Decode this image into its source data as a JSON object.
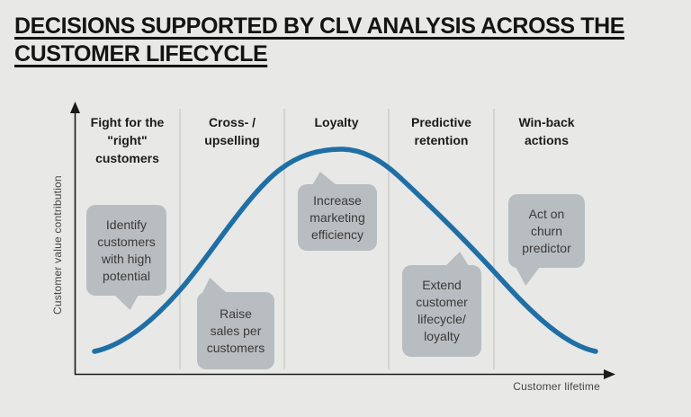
{
  "title": "DECISIONS SUPPORTED BY CLV ANALYSIS ACROSS THE\nCUSTOMER LIFECYCLE",
  "chart": {
    "y_axis_label": "Customer value contribution",
    "x_axis_label": "Customer lifetime",
    "curve": {
      "type": "bell",
      "peak_phase": "Loyalty"
    },
    "phases": [
      {
        "label": "Fight for the\n\"right\"\ncustomers",
        "annotation": "Identify\ncustomers\nwith high\npotential"
      },
      {
        "label": "Cross- /\nupselling",
        "annotation": "Raise\nsales per\ncustomers"
      },
      {
        "label": "Loyalty",
        "annotation": "Increase\nmarketing\nefficiency"
      },
      {
        "label": "Predictive\nretention",
        "annotation": "Extend\ncustomer\nlifecycle/\nloyalty"
      },
      {
        "label": "Win-back\nactions",
        "annotation": "Act on\nchurn\npredictor"
      }
    ],
    "colors": {
      "curve": "#1f6fa5",
      "bubble": "#b8bdc1",
      "background": "#e8e8e7",
      "axis": "#1a1a1a",
      "divider": "#c8c8c8",
      "text": "#1b1b1b"
    }
  }
}
